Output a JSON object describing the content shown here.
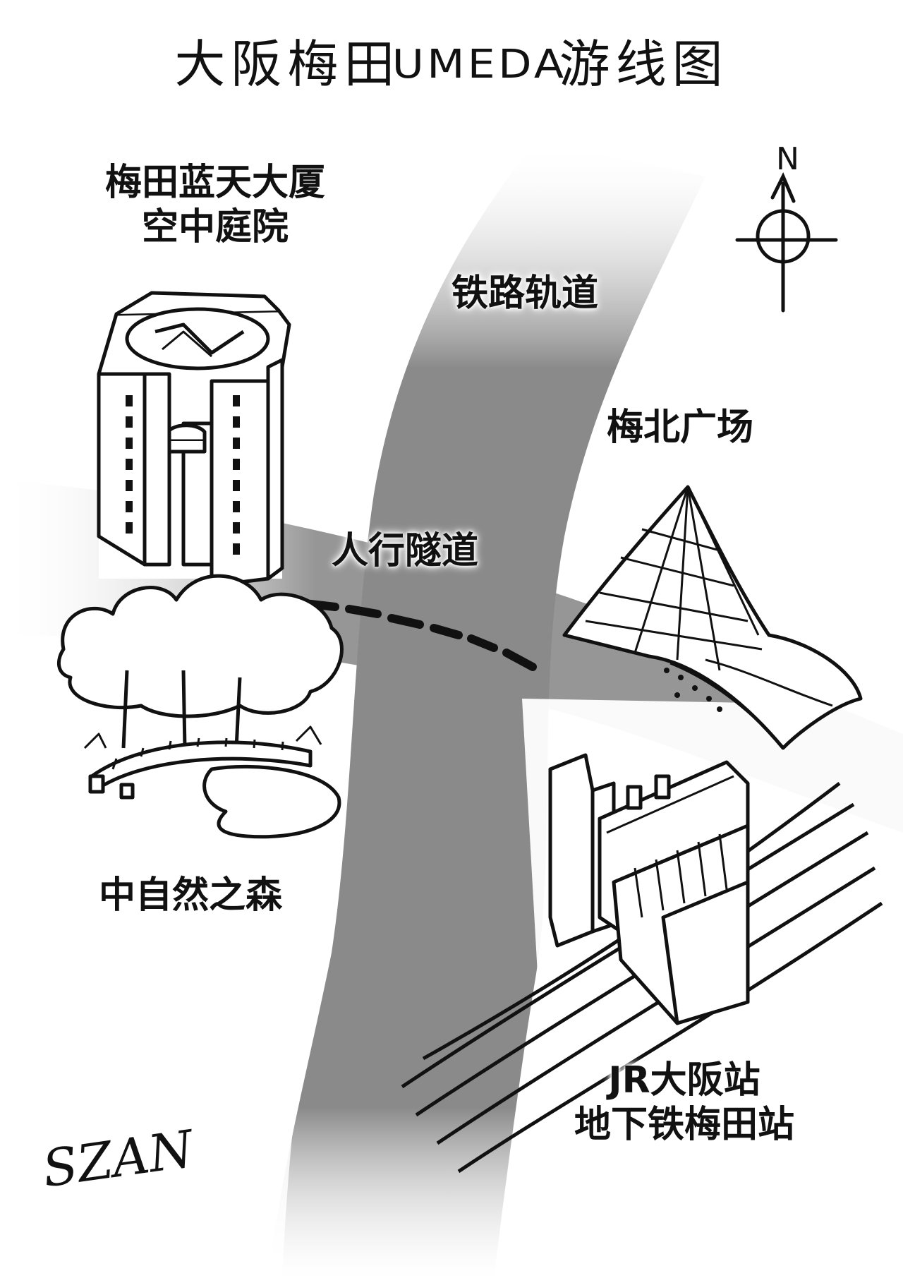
{
  "title": {
    "chinese_prefix": "大阪梅田",
    "latin": "UMEDA",
    "chinese_suffix": "游线图"
  },
  "compass": {
    "letter": "N"
  },
  "labels": {
    "sky_building": [
      "梅田蓝天大厦",
      "空中庭院"
    ],
    "railway": "铁路轨道",
    "umekita": "梅北广场",
    "tunnel": "人行隧道",
    "forest": "中自然之森",
    "station": [
      "JR大阪站",
      "地下铁梅田站"
    ]
  },
  "signature": "SZAN",
  "colors": {
    "road_gray": "#8a8a8a",
    "ink": "#111111",
    "paper": "#ffffff"
  }
}
